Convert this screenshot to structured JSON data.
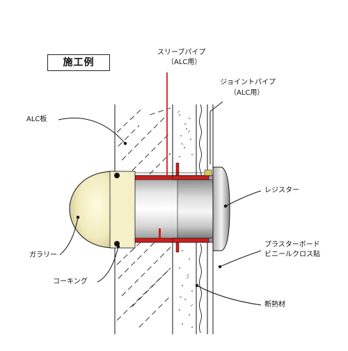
{
  "title": "施工例",
  "labels": {
    "sleeve_pipe": "スリーブパイプ",
    "sleeve_pipe_sub": "（ALC用）",
    "joint_pipe": "ジョイントパイプ",
    "joint_pipe_sub": "（ALC用）",
    "alc_board": "ALC板",
    "register": "レジスター",
    "plaster_board": "プラスターボード",
    "vinyl_cloth": "ビニールクロス貼",
    "gallery": "ガラリー",
    "caulking": "コーキング",
    "insulation": "断熱材"
  },
  "colors": {
    "pipe_red": "#cc1f1f",
    "gallery_fill": "#f3eec4",
    "metal_light": "#e8e8e8",
    "line": "#111111"
  }
}
